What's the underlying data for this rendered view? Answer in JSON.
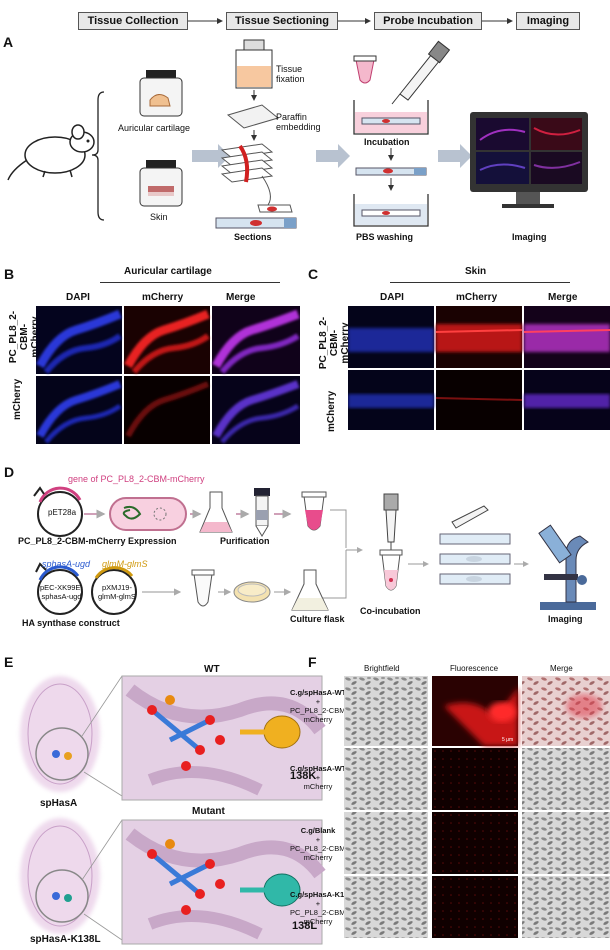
{
  "panelA": {
    "letter": "A",
    "steps": [
      "Tissue Collection",
      "Tissue Sectioning",
      "Probe Incubation",
      "Imaging"
    ],
    "labels": {
      "auricular": "Auricular cartilage",
      "skin": "Skin",
      "tissue_fixation": "Tissue\nfixation",
      "paraffin": "Paraffin\nembedding",
      "sections": "Sections",
      "incubation": "Incubation",
      "pbs": "PBS washing",
      "imaging": "Imaging"
    }
  },
  "panelB": {
    "letter": "B",
    "title": "Auricular cartilage",
    "columns": [
      "DAPI",
      "mCherry",
      "Merge"
    ],
    "rows": [
      "PC_PL8_2-CBM-\nmCherry",
      "mCherry"
    ]
  },
  "panelC": {
    "letter": "C",
    "title": "Skin",
    "columns": [
      "DAPI",
      "mCherry",
      "Merge"
    ],
    "rows": [
      "PC_PL8_2-CBM-\nmCherry",
      "mCherry"
    ]
  },
  "panelD": {
    "letter": "D",
    "gene_label": "gene of PC_PL8_2-CBM-mCherry",
    "plasmid1": "pET28a",
    "expression": "PC_PL8_2-CBM-mCherry Expression",
    "purification": "Purification",
    "sphasA_ugd": "sphasA-ugd",
    "glmM_glmS": "glmM-glmS",
    "plasmid2": "pEC-XK99E-\nsphasA-ugd",
    "plasmid3": "pXMJ19-\nglmM-glmS",
    "construct": "HA synthase construct",
    "culture": "Culture flask",
    "coincubation": "Co-incubation",
    "imaging": "Imaging"
  },
  "panelE": {
    "letter": "E",
    "wt": "WT",
    "mutant": "Mutant",
    "sphasA": "spHasA",
    "sphasA_mut": "spHasA-K138L",
    "res_wt": "138K",
    "res_mut": "138L"
  },
  "panelF": {
    "letter": "F",
    "columns": [
      "Brightfield",
      "Fluorescence",
      "Merge"
    ],
    "rows": [
      {
        "l1": "C.g/spHasA-WT",
        "l2": "+",
        "l3": "PC_PL8_2-CBM-",
        "l4": "mCherry"
      },
      {
        "l1": "C.g/spHasA-WT",
        "l2": "+",
        "l3": "mCherry",
        "l4": ""
      },
      {
        "l1": "C.g/Blank",
        "l2": "+",
        "l3": "PC_PL8_2-CBM-",
        "l4": "mCherry"
      },
      {
        "l1": "C.g/spHasA-K138L",
        "l2": "+",
        "l3": "PC_PL8_2-CBM-",
        "l4": "mCherry"
      }
    ],
    "scale": "5 μm"
  },
  "colors": {
    "dapi": "#1a1aa0",
    "mcherry": "#c81818",
    "pink_label": "#d04080",
    "blue_label": "#2a5ad0",
    "gold_label": "#d09a10",
    "arrow": "#b8c2d0"
  }
}
